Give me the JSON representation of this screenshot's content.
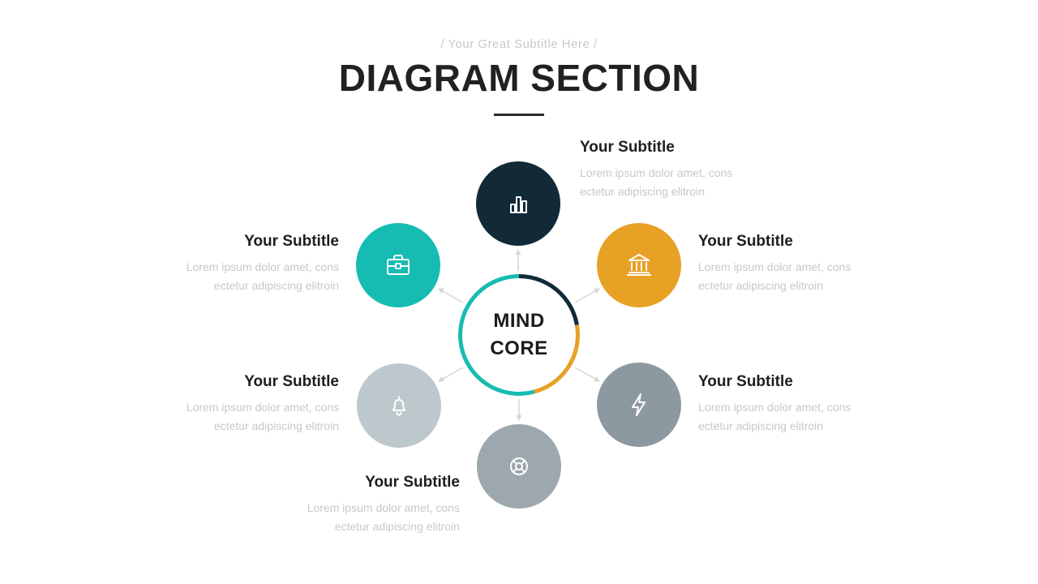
{
  "header": {
    "subtitle": "/ Your Great Subtitle Here /",
    "title": "DIAGRAM SECTION"
  },
  "core": {
    "title_line1": "MIND",
    "title_line2": "CORE"
  },
  "colors": {
    "teal": "#16bcb2",
    "navy": "#122a38",
    "amber": "#e7a125",
    "gray_dark": "#8c99a1",
    "gray_mid": "#9ca8ae",
    "gray_light": "#bcc8cc",
    "arrow": "#d6d6d6"
  },
  "nodes": [
    {
      "position": "top",
      "icon": "bar-chart-icon",
      "color": "#122a38",
      "title": "Your Subtitle",
      "body": "Lorem ipsum dolor amet, cons ectetur adipiscing elitroin"
    },
    {
      "position": "top-right",
      "icon": "bank-icon",
      "color": "#e7a125",
      "title": "Your Subtitle",
      "body": "Lorem ipsum dolor amet, cons ectetur adipiscing elitroin"
    },
    {
      "position": "bottom-right",
      "icon": "lightning-icon",
      "color": "#8c99a1",
      "title": "Your Subtitle",
      "body": "Lorem ipsum dolor amet, cons ectetur adipiscing elitroin"
    },
    {
      "position": "bottom",
      "icon": "lifebuoy-icon",
      "color": "#9ca8ae",
      "title": "Your Subtitle",
      "body": "Lorem ipsum dolor amet, cons ectetur adipiscing elitroin"
    },
    {
      "position": "bottom-left",
      "icon": "bell-icon",
      "color": "#bcc8cc",
      "title": "Your Subtitle",
      "body": "Lorem ipsum dolor amet, cons ectetur adipiscing elitroin"
    },
    {
      "position": "top-left",
      "icon": "briefcase-icon",
      "color": "#16bcb2",
      "title": "Your Subtitle",
      "body": "Lorem ipsum dolor amet, cons ectetur adipiscing elitroin"
    }
  ]
}
